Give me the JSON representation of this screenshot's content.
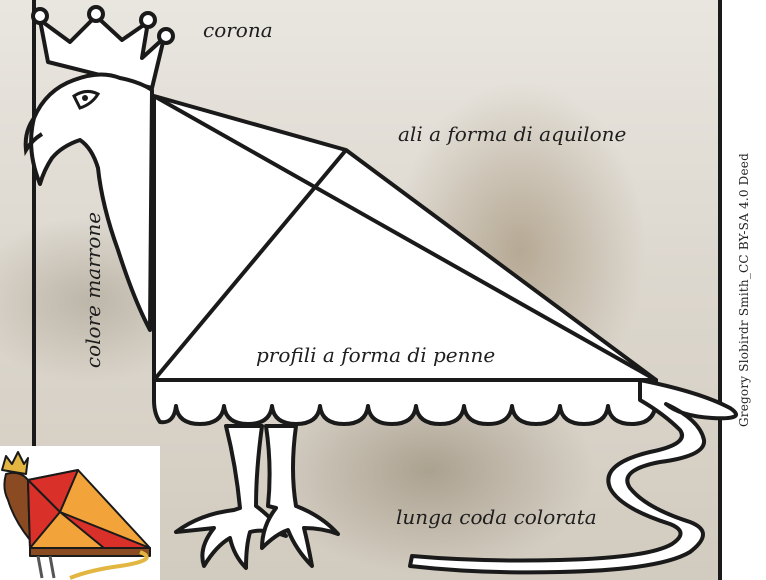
{
  "labels": {
    "corona": "corona",
    "ali": "ali a forma di aquilone",
    "profili": "profili a forma di penne",
    "coda": "lunga coda colorata",
    "colore": "colore marrone"
  },
  "credit": "Gregory Slobirdr Smith_CC BY-SA 4.0 Deed",
  "colors": {
    "outline": "#1a1a1a",
    "fill": "#ffffff",
    "thumb_red": "#d9302a",
    "thumb_orange": "#f2a43a",
    "thumb_brown": "#8a4a22",
    "thumb_gold": "#e2b640"
  }
}
